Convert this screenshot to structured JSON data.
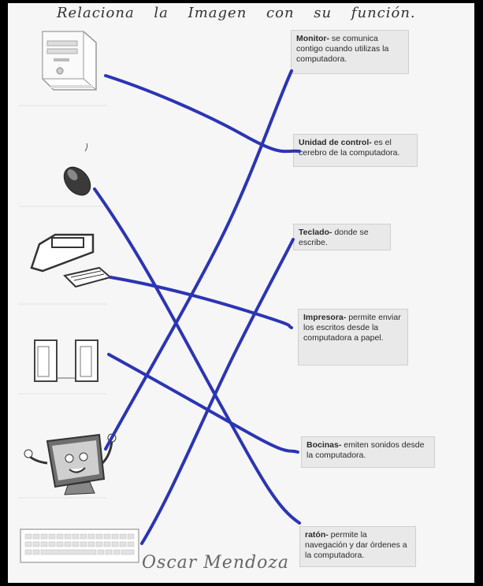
{
  "title": "Relaciona la Imagen con su función.",
  "functions": [
    {
      "term": "Monitor-",
      "desc": " se comunica contigo cuando utilizas la computadora."
    },
    {
      "term": "Unidad de control-",
      "desc": " es el cerebro de la computadora."
    },
    {
      "term": "Teclado-",
      "desc": "  donde se escribe."
    },
    {
      "term": "Impresora-",
      "desc": "  permite enviar los escritos desde la computadora a papel."
    },
    {
      "term": "Bocinas-",
      "desc": " emiten sonidos desde la computadora."
    },
    {
      "term": "ratón-",
      "desc": " permite la navegación y dar órdenes a la computadora."
    }
  ],
  "images": [
    "cpu-tower",
    "mouse",
    "printer",
    "speakers",
    "monitor-character",
    "keyboard"
  ],
  "signature": "Oscar Mendoza",
  "colors": {
    "ink": "#2b35b4",
    "paper": "#f6f6f6",
    "box": "#e9e9e9"
  }
}
